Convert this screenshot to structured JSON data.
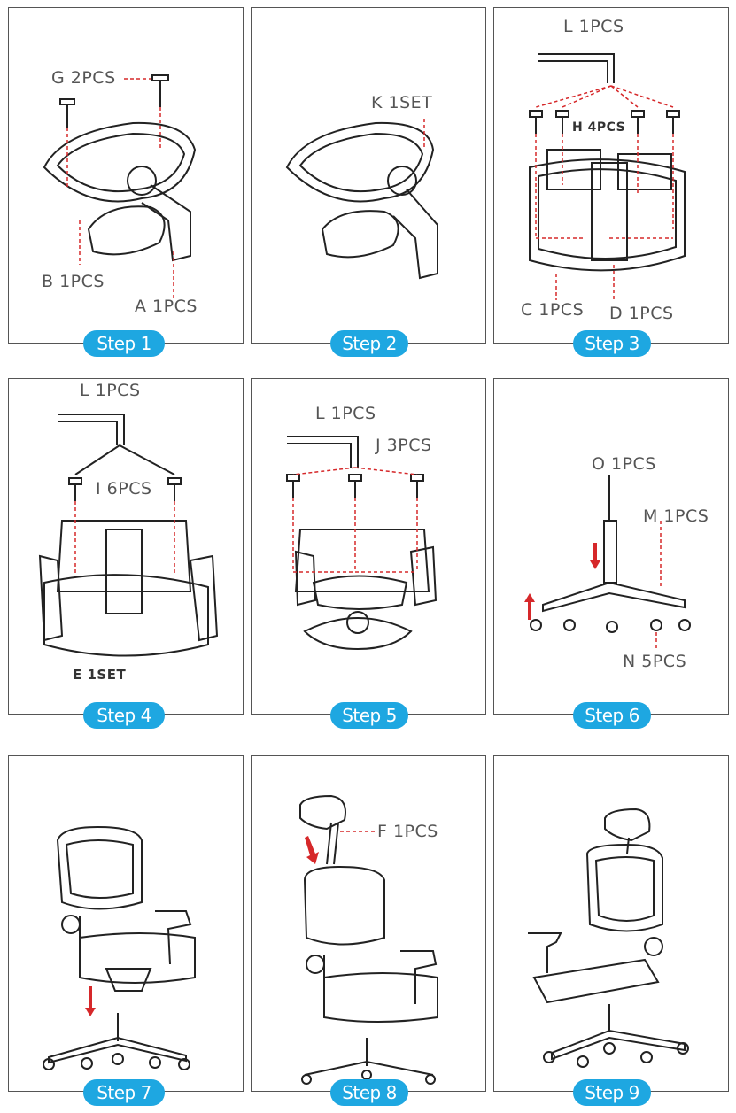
{
  "steps": [
    {
      "badge": "Step 1",
      "labels": [
        "G 2PCS",
        "B 1PCS",
        "A 1PCS"
      ]
    },
    {
      "badge": "Step 2",
      "labels": [
        "K 1SET"
      ]
    },
    {
      "badge": "Step 3",
      "labels": [
        "L 1PCS",
        "H 4PCS",
        "C 1PCS",
        "D 1PCS"
      ]
    },
    {
      "badge": "Step 4",
      "labels": [
        "L 1PCS",
        "I 6PCS",
        "E 1SET"
      ]
    },
    {
      "badge": "Step 5",
      "labels": [
        "L 1PCS",
        "J 3PCS"
      ]
    },
    {
      "badge": "Step 6",
      "labels": [
        "O 1PCS",
        "M 1PCS",
        "N 5PCS"
      ]
    },
    {
      "badge": "Step 7",
      "labels": []
    },
    {
      "badge": "Step 8",
      "labels": [
        "F 1PCS"
      ]
    },
    {
      "badge": "Step 9",
      "labels": []
    }
  ],
  "colors": {
    "badge": "#1ea7e1",
    "dash": "#d6282a",
    "line": "#222222",
    "border": "#555555"
  }
}
